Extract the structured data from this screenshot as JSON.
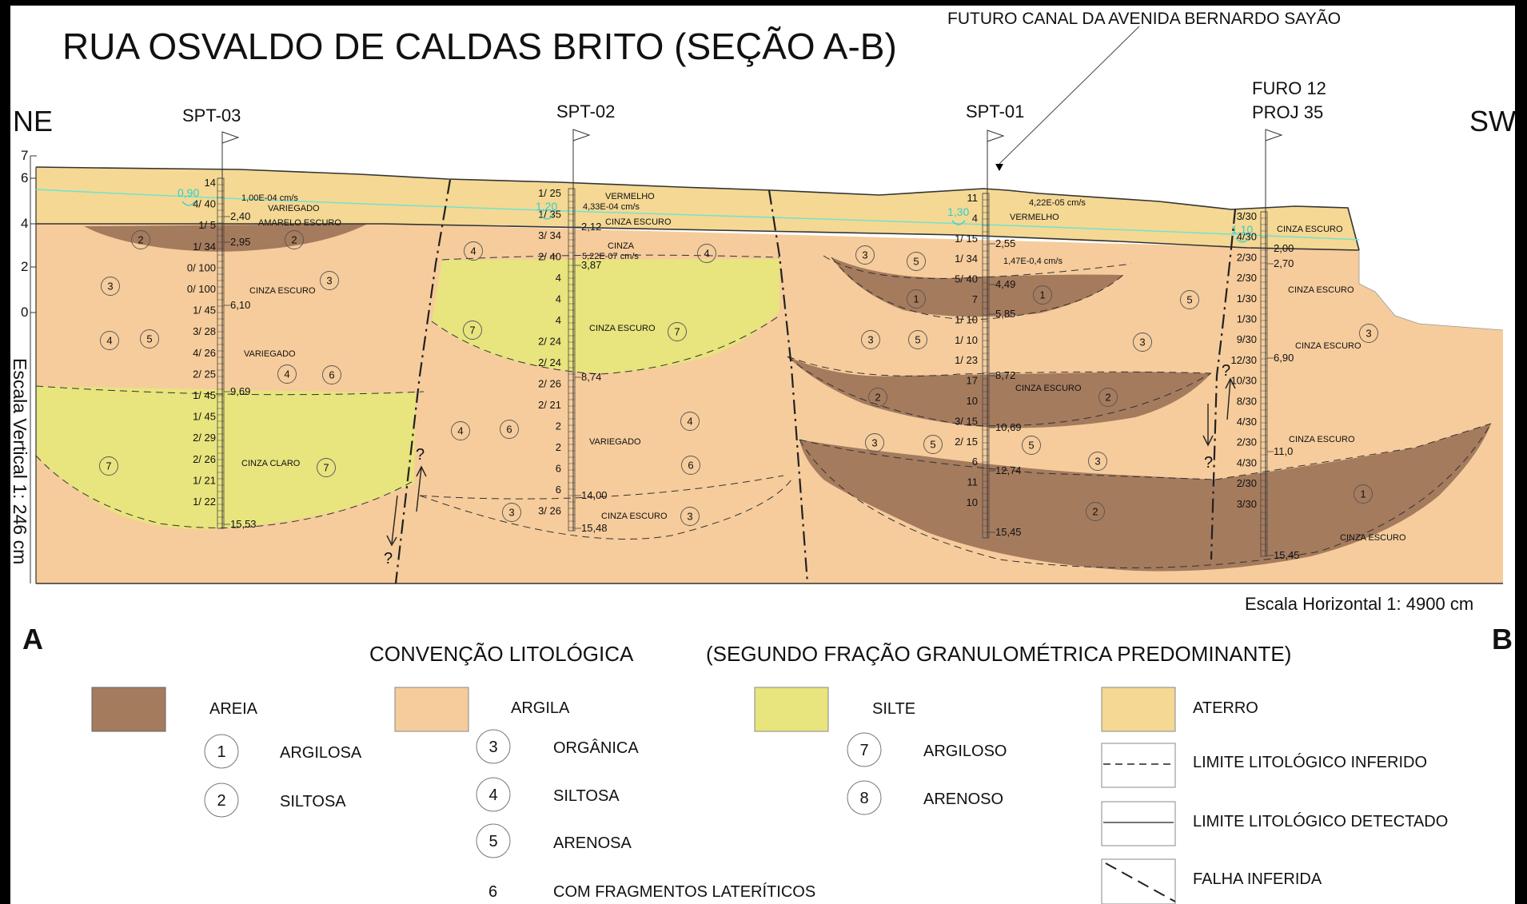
{
  "title": "RUA OSVALDO DE CALDAS BRITO (SEÇÃO A-B)",
  "canal_label": "FUTURO CANAL DA AVENIDA BERNARDO SAYÃO",
  "directions": {
    "left": "NE",
    "right": "SW"
  },
  "section_ends": {
    "start": "A",
    "end": "B"
  },
  "scales": {
    "vertical": "Escala Vertical 1: 246 cm",
    "horizontal": "Escala Horizontal 1: 4900 cm"
  },
  "y_axis_ticks": [
    "7",
    "6",
    "4",
    "2",
    "0"
  ],
  "colors": {
    "areia": "#a57b5e",
    "argila": "#f6cc9c",
    "silte": "#e8e47e",
    "aterro": "#f4d894"
  },
  "boreholes": [
    {
      "name": "SPT-03",
      "blows": [
        "14",
        "4/ 40",
        "1/ 5",
        "1/ 34",
        "0/ 100",
        "0/ 100",
        "1/ 45",
        "3/ 28",
        "4/ 26",
        "2/ 25",
        "1/ 45",
        "1/ 45",
        "2/ 29",
        "2/ 26",
        "1/ 21",
        "1/ 22"
      ],
      "depths": [
        "2,40",
        "2,95",
        "6,10",
        "9,69",
        "15,53"
      ],
      "notes": [
        "1,00E-04 cm/s",
        "VARIEGADO",
        "AMARELO ESCURO",
        "CINZA ESCURO",
        "VARIEGADO",
        "CINZA CLARO"
      ],
      "water": "0,90"
    },
    {
      "name": "SPT-02",
      "blows": [
        "1/ 25",
        "1/ 35",
        "3/ 34",
        "2/ 40",
        "4",
        "4",
        "4",
        "2/ 24",
        "2/ 24",
        "2/ 26",
        "2/ 21",
        "2",
        "2",
        "6",
        "6",
        "3/ 26"
      ],
      "depths": [
        "2,12",
        "3,87",
        "8,74",
        "14,00",
        "15,48"
      ],
      "notes": [
        "VERMELHO",
        "4,33E-04 cm/s",
        "CINZA ESCURO",
        "CINZA",
        "5,22E-07 cm/s",
        "CINZA ESCURO",
        "VARIEGADO",
        "CINZA ESCURO"
      ],
      "water": "1,20"
    },
    {
      "name": "SPT-01",
      "blows": [
        "11",
        "4",
        "1/ 15",
        "1/ 34",
        "5/ 40",
        "7",
        "1/ 10",
        "1/ 10",
        "1/ 23",
        "17",
        "10",
        "3/ 15",
        "2/ 15",
        "6",
        "11",
        "10"
      ],
      "depths": [
        "2,55",
        "4,49",
        "5,85",
        "8,72",
        "10,69",
        "12,74",
        "15,45"
      ],
      "notes": [
        "4,22E-05 cm/s",
        "VERMELHO",
        "1,47E-0,4 cm/s",
        "CINZA ESCURO"
      ],
      "water": "1,30"
    },
    {
      "name": "FURO 12",
      "name2": "PROJ 35",
      "blows": [
        "3/30",
        "4/30",
        "2/30",
        "2/30",
        "1/30",
        "1/30",
        "9/30",
        "12/30",
        "10/30",
        "8/30",
        "4/30",
        "2/30",
        "4/30",
        "2/30",
        "3/30"
      ],
      "depths": [
        "2,00",
        "2,70",
        "6,90",
        "11,0",
        "15,45"
      ],
      "notes": [
        "CINZA ESCURO",
        "CINZA ESCURO",
        "CINZA ESCURO",
        "CINZA ESCURO",
        "CINZA ESCURO"
      ],
      "water": "1,10"
    }
  ],
  "circle_markers": [
    "1",
    "2",
    "3",
    "4",
    "5",
    "6",
    "7"
  ],
  "question_mark": "?",
  "legend": {
    "title": "CONVENÇÃO LITOLÓGICA",
    "subtitle": "(SEGUNDO FRAÇÃO GRANULOMÉTRICA PREDOMINANTE)",
    "areia": {
      "label": "AREIA",
      "items": [
        {
          "num": "1",
          "text": "ARGILOSA"
        },
        {
          "num": "2",
          "text": "SILTOSA"
        }
      ]
    },
    "argila": {
      "label": "ARGILA",
      "items": [
        {
          "num": "3",
          "text": "ORGÂNICA"
        },
        {
          "num": "4",
          "text": "SILTOSA"
        },
        {
          "num": "5",
          "text": "ARENOSA"
        },
        {
          "num": "6",
          "text": "COM FRAGMENTOS  LATERÍTICOS"
        }
      ]
    },
    "silte": {
      "label": "SILTE",
      "items": [
        {
          "num": "7",
          "text": "ARGILOSO"
        },
        {
          "num": "8",
          "text": "ARENOSO"
        }
      ]
    },
    "aterro": {
      "label": "ATERRO"
    },
    "lines": [
      {
        "label": "LIMITE LITOLÓGICO INFERIDO"
      },
      {
        "label": "LIMITE LITOLÓGICO DETECTADO"
      },
      {
        "label": "FALHA INFERIDA"
      }
    ]
  }
}
